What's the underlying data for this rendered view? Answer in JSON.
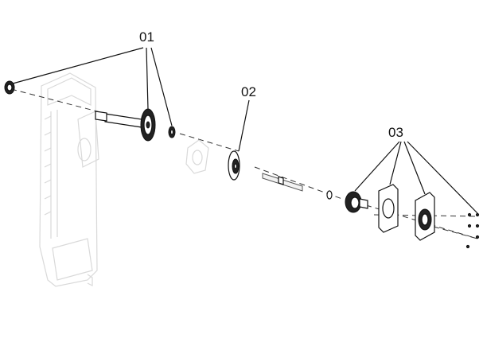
{
  "callouts": {
    "c01": "01",
    "c02": "02",
    "c03": "03"
  },
  "colors": {
    "line": "#111111",
    "ghost": "#d9d9d9",
    "background": "#ffffff"
  }
}
